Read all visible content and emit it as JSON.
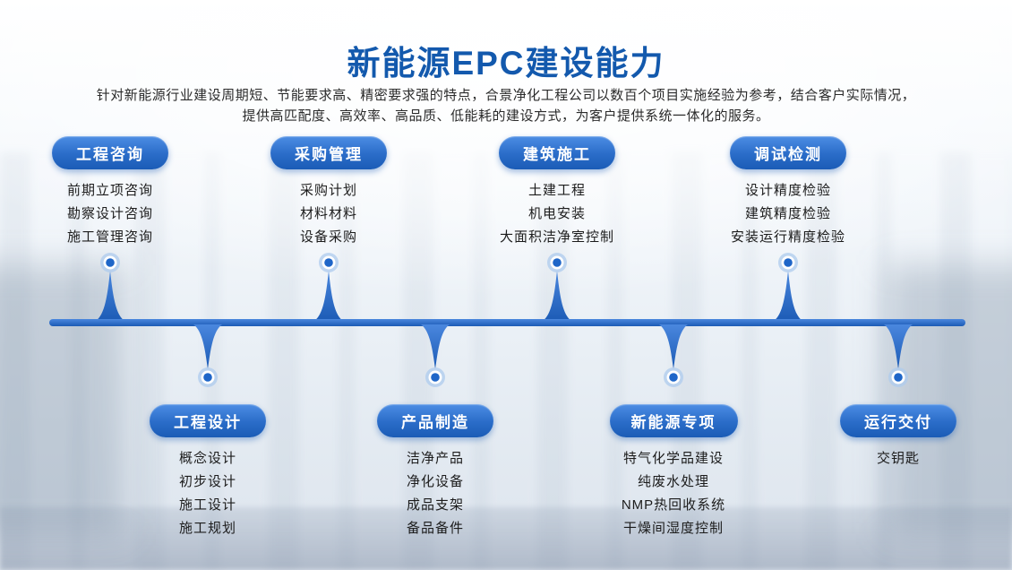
{
  "title": "新能源EPC建设能力",
  "subtitle": {
    "line1": "针对新能源行业建设周期短、节能要求高、精密要求强的特点，合景净化工程公司以数百个项目实施经验为参考，结合客户实际情况，",
    "line2": "提供高匹配度、高效率、高品质、低能耗的建设方式，为客户提供系统一体化的服务。"
  },
  "colors": {
    "title_blue": "#1359ad",
    "pill_gradient_top": "#4c8de4",
    "pill_gradient_bottom": "#1b5cb6",
    "timeline_blue": "#2a6cc8",
    "dot_center_blue": "#1f66c8",
    "dot_halo_blue": "#aecbee",
    "body_text": "#1c1c1c"
  },
  "top_sections": [
    {
      "label": "工程咨询",
      "items": [
        "前期立项咨询",
        "勘察设计咨询",
        "施工管理咨询"
      ]
    },
    {
      "label": "采购管理",
      "items": [
        "采购计划",
        "材料材料",
        "设备采购"
      ]
    },
    {
      "label": "建筑施工",
      "items": [
        "土建工程",
        "机电安装",
        "大面积洁净室控制"
      ]
    },
    {
      "label": "调试检测",
      "items": [
        "设计精度检验",
        "建筑精度检验",
        "安装运行精度检验"
      ]
    }
  ],
  "bottom_sections": [
    {
      "label": "工程设计",
      "items": [
        "概念设计",
        "初步设计",
        "施工设计",
        "施工规划"
      ]
    },
    {
      "label": "产品制造",
      "items": [
        "洁净产品",
        "净化设备",
        "成品支架",
        "备品备件"
      ]
    },
    {
      "label": "新能源专项",
      "items": [
        "特气化学品建设",
        "纯废水处理",
        "NMP热回收系统",
        "干燥间湿度控制"
      ]
    },
    {
      "label": "运行交付",
      "items": [
        "交钥匙"
      ]
    }
  ]
}
